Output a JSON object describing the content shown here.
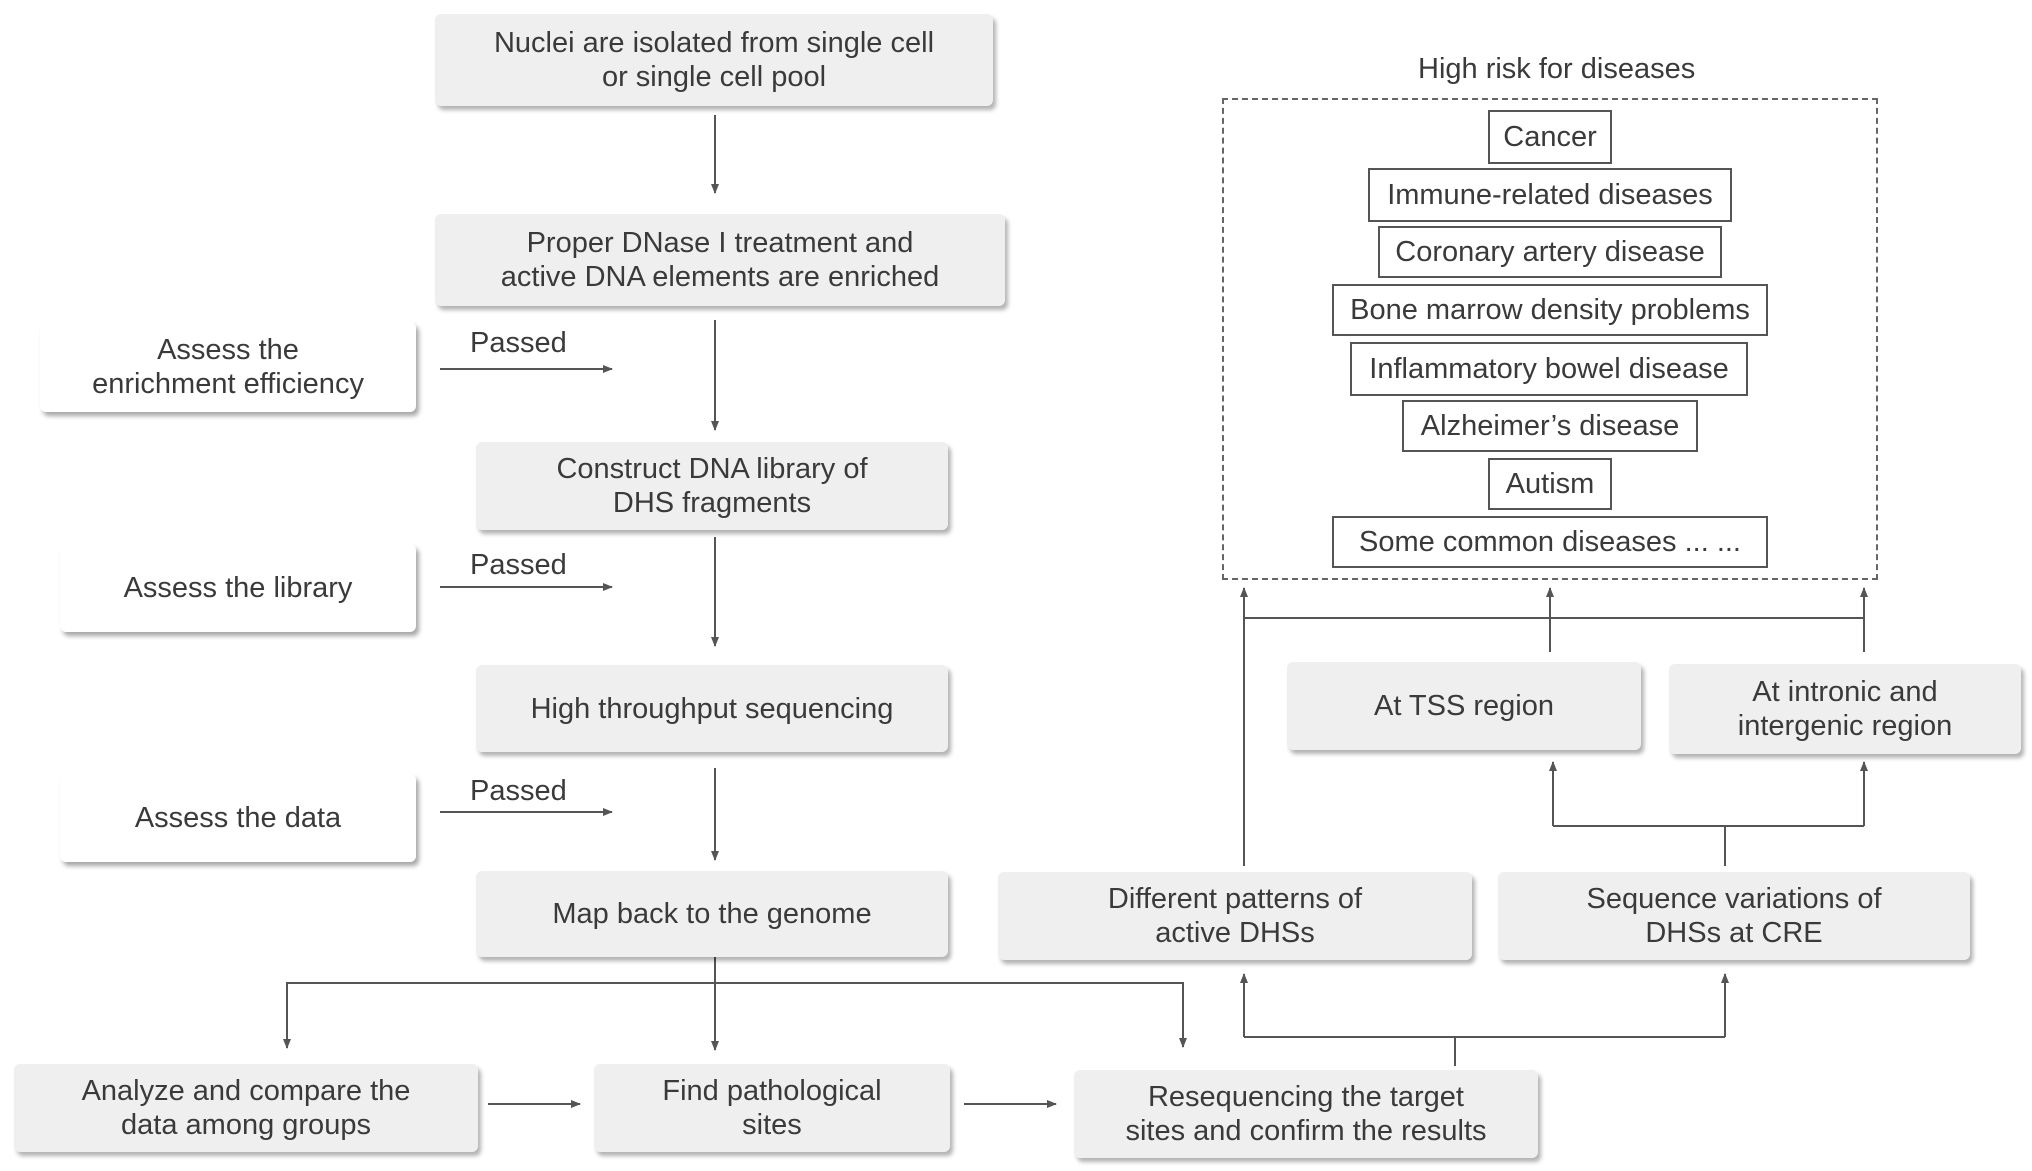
{
  "flow": {
    "nuclei": "Nuclei are isolated from single cell\nor single cell pool",
    "dnase": "Proper DNase I treatment and\nactive DNA elements are enriched",
    "library": "Construct DNA library of\nDHS fragments",
    "sequencing": "High throughput sequencing",
    "map": "Map back to the genome",
    "analyze": "Analyze and compare the\ndata among groups",
    "find": "Find pathological\nsites",
    "resequence": "Resequencing the target\nsites and confirm the results",
    "patterns": "Different patterns of\nactive DHSs",
    "variations": "Sequence variations of\nDHSs at CRE",
    "tss": "At TSS region",
    "intronic": "At intronic and\nintergenic region"
  },
  "assess": {
    "enrichment": "Assess the\nenrichment efficiency",
    "library": "Assess the library",
    "data": "Assess the data",
    "passed_label": "Passed"
  },
  "diseases": {
    "title": "High risk for diseases",
    "items": [
      "Cancer",
      "Immune-related diseases",
      "Coronary artery disease",
      "Bone marrow density problems",
      "Inflammatory bowel disease",
      "Alzheimer’s disease",
      "Autism",
      "Some common diseases ...  ..."
    ]
  },
  "colors": {
    "box_fill": "#efefef",
    "line": "#555555",
    "text": "#3a3a3a"
  }
}
